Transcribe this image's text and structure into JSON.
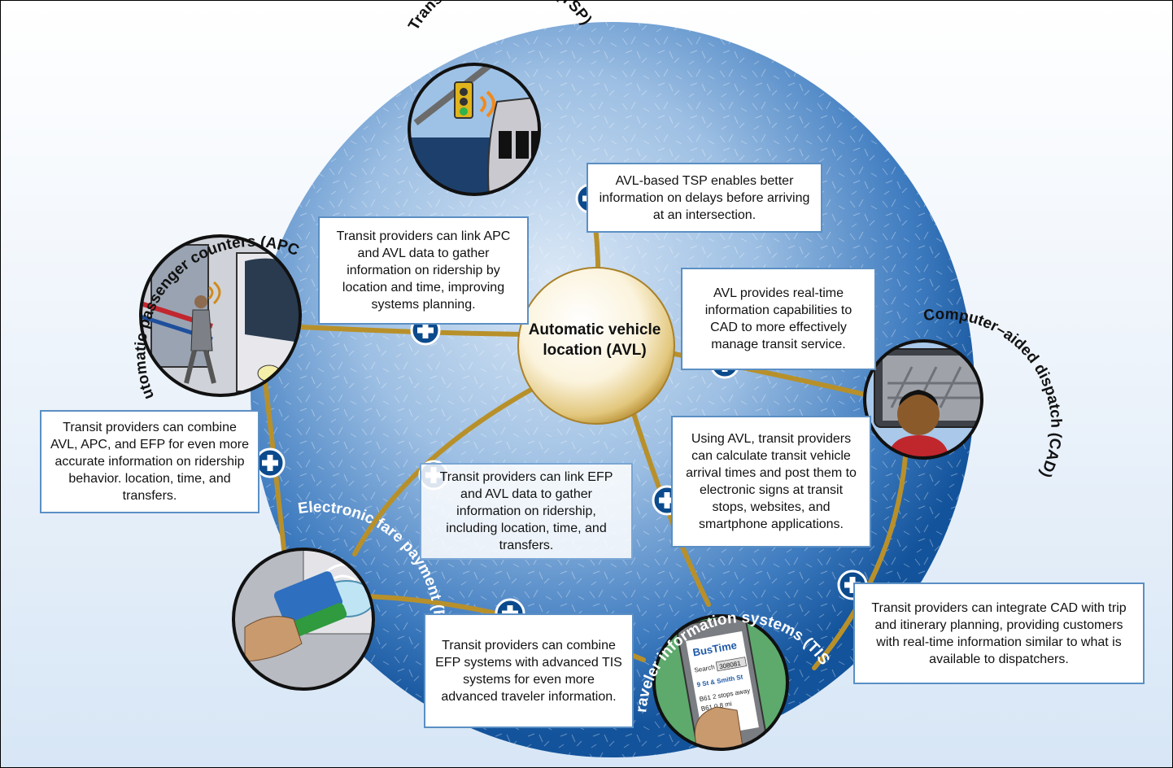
{
  "hub": {
    "label": "Automatic vehicle location (AVL)"
  },
  "nodes": {
    "tsp": {
      "label": "Transit signal priority (TSP)",
      "icon": "traffic-signal-bus-icon"
    },
    "apc": {
      "label": "Automatic passenger counters (APC)",
      "icon": "passenger-counter-icon"
    },
    "cad": {
      "label": "Computer–aided dispatch (CAD)",
      "icon": "dispatcher-icon"
    },
    "efp": {
      "label": "Electronic fare payment (EFP)",
      "icon": "fare-card-icon"
    },
    "tis": {
      "label": "Traveler information systems (TIS)",
      "icon": "smartphone-icon"
    }
  },
  "phone": {
    "app": "BusTime",
    "search_label": "Search",
    "search_value": "308081",
    "stop": "9 St & Smith St",
    "line1": "B61 2 stops away",
    "line2": "B61 0.8 mi"
  },
  "boxes": {
    "tsp_avl": "AVL-based TSP enables better information on delays before arriving at an intersection.",
    "apc_avl": "Transit providers can link APC and AVL data to gather information on ridership by location and time, improving systems planning.",
    "cad_avl": "AVL provides real-time information capabilities to CAD to more effectively manage transit service.",
    "apc_efp": "Transit providers can combine AVL, APC, and EFP for even more accurate information on ridership behavior. location, time, and transfers.",
    "efp_avl": "Transit providers can link EFP and AVL data to gather information on ridership, including location, time, and transfers.",
    "tis_avl": "Using AVL, transit providers can calculate transit vehicle arrival times and post them to electronic signs at transit stops, websites, and smartphone applications.",
    "efp_tis": "Transit providers can combine EFP systems with advanced TIS systems for even more advanced traveler information.",
    "cad_tis": "Transit providers can integrate CAD with trip and itinerary planning, providing customers with real-time information similar to what is available to dispatchers."
  },
  "colors": {
    "connector": "#b8902a",
    "plus_fill": "#0b4a8c",
    "disk_center": "#c7dcf3",
    "disk_edge": "#1a5fa8",
    "box_border": "#5b8fc4"
  }
}
